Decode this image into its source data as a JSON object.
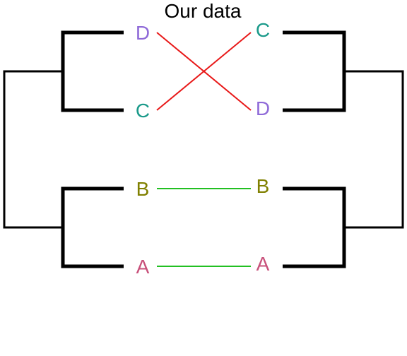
{
  "title": "Our data",
  "left_leaves": [
    {
      "label": "D",
      "color": "#8f6ad8"
    },
    {
      "label": "C",
      "color": "#1a9a8a"
    },
    {
      "label": "B",
      "color": "#808000"
    },
    {
      "label": "A",
      "color": "#c8507a"
    }
  ],
  "right_leaves": [
    {
      "label": "C",
      "color": "#1a9a8a"
    },
    {
      "label": "D",
      "color": "#8f6ad8"
    },
    {
      "label": "B",
      "color": "#808000"
    },
    {
      "label": "A",
      "color": "#c8507a"
    }
  ],
  "connections": [
    {
      "from": "D",
      "to": "D",
      "color": "#e81818"
    },
    {
      "from": "C",
      "to": "C",
      "color": "#e81818"
    },
    {
      "from": "B",
      "to": "B",
      "color": "#22c022"
    },
    {
      "from": "A",
      "to": "A",
      "color": "#22c022"
    }
  ]
}
